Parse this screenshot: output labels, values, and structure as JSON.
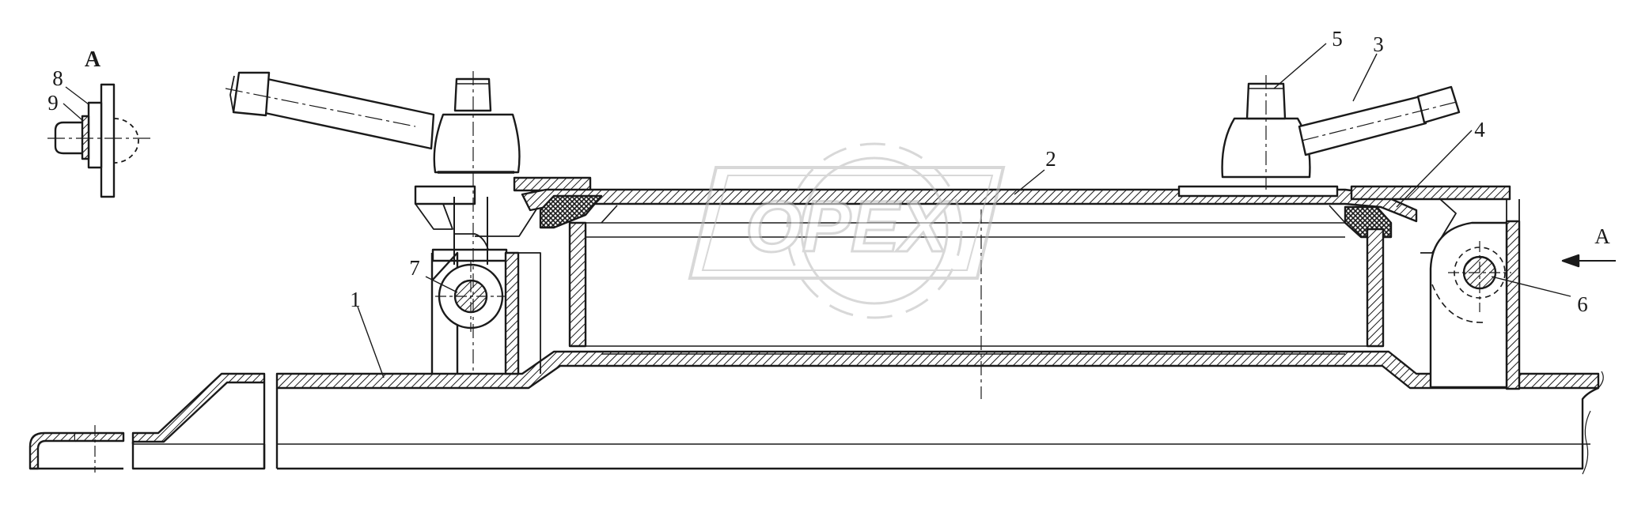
{
  "drawing": {
    "view_label": "A",
    "view_arrow_label": "A",
    "callouts": [
      {
        "id": "1",
        "text": "1"
      },
      {
        "id": "2",
        "text": "2"
      },
      {
        "id": "3",
        "text": "3"
      },
      {
        "id": "4",
        "text": "4"
      },
      {
        "id": "5",
        "text": "5"
      },
      {
        "id": "6",
        "text": "6"
      },
      {
        "id": "7",
        "text": "7"
      },
      {
        "id": "8",
        "text": "8"
      },
      {
        "id": "9",
        "text": "9"
      }
    ],
    "line_color": "#1a1a1a",
    "hatch_color": "#1a1a1a"
  },
  "watermark": {
    "text": "OPEX",
    "icon": "gear-icon",
    "color": "#b9b9b9"
  }
}
